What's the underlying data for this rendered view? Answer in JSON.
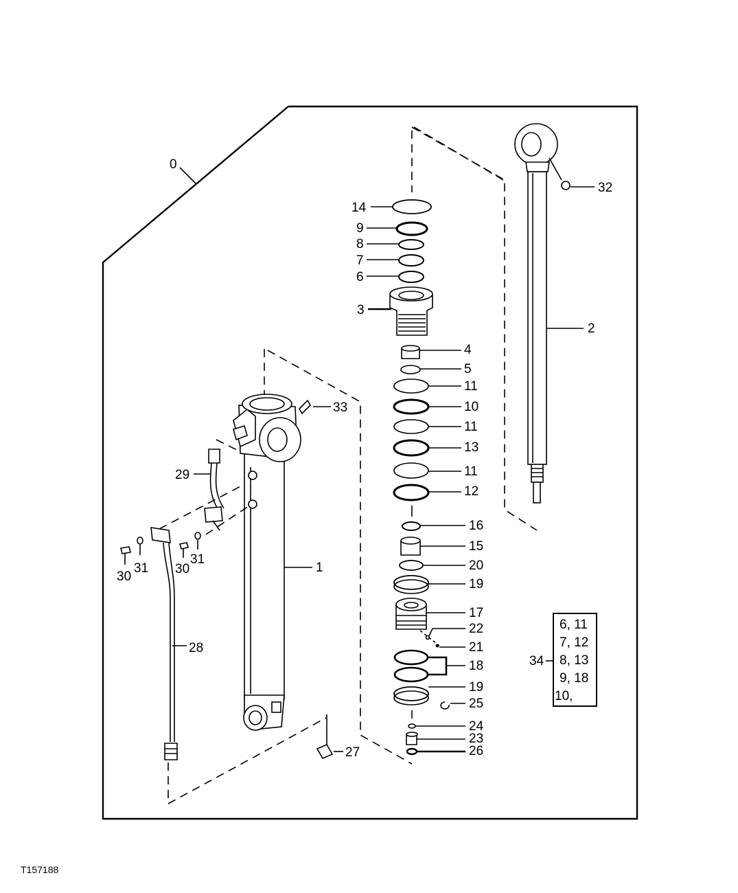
{
  "figure_ref": "T157188",
  "kit_table": {
    "callout": "34",
    "rows": [
      "6, 11",
      "7, 12",
      "8, 13",
      "9, 18",
      "10,"
    ]
  },
  "callouts": {
    "c0": "0",
    "c1": "1",
    "c2": "2",
    "c3": "3",
    "c4": "4",
    "c5": "5",
    "c6": "6",
    "c7": "7",
    "c8": "8",
    "c9": "9",
    "c10": "10",
    "c11a": "11",
    "c11b": "11",
    "c11c": "11",
    "c12": "12",
    "c13": "13",
    "c14": "14",
    "c15": "15",
    "c16": "16",
    "c17": "17",
    "c18": "18",
    "c19a": "19",
    "c19b": "19",
    "c20": "20",
    "c21": "21",
    "c22": "22",
    "c23": "23",
    "c24": "24",
    "c25": "25",
    "c26": "26",
    "c27": "27",
    "c28": "28",
    "c29": "29",
    "c30a": "30",
    "c30b": "30",
    "c31a": "31",
    "c31b": "31",
    "c32": "32",
    "c33": "33"
  }
}
